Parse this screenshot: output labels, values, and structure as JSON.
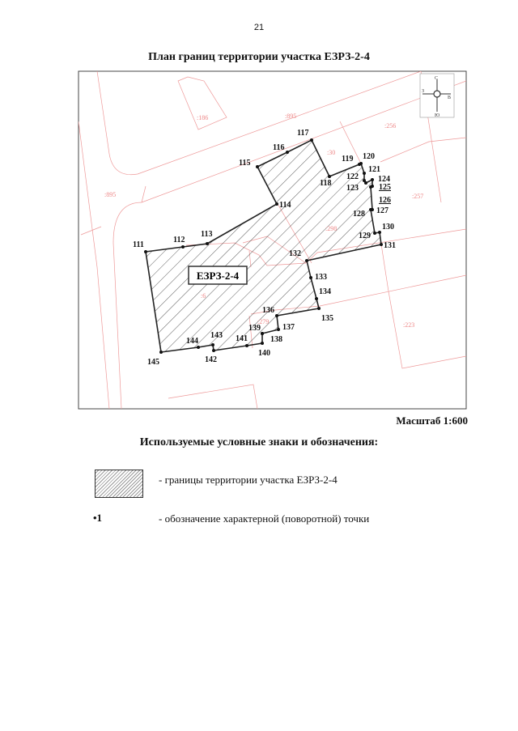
{
  "page_number": "21",
  "title": "План границ территории участка ЕЗРЗ-2-4",
  "map": {
    "zone_label": "ЕЗРЗ-2-4",
    "compass": {
      "north": "С",
      "west": "З",
      "east": "В",
      "south": "Ю"
    },
    "cadastral_labels": [
      ":186",
      ":895",
      ":895",
      ":256",
      ":257",
      ":298",
      ":6",
      ":279",
      ":223",
      ":30"
    ],
    "points": [
      "111",
      "112",
      "113",
      "114",
      "115",
      "116",
      "117",
      "118",
      "119",
      "120",
      "121",
      "122",
      "123",
      "124",
      "125",
      "126",
      "127",
      "128",
      "129",
      "130",
      "131",
      "132",
      "133",
      "134",
      "135",
      "136",
      "137",
      "138",
      "139",
      "140",
      "141",
      "142",
      "143",
      "144",
      "145"
    ],
    "boundary_color": "#222222",
    "cadastral_color": "#e88888"
  },
  "scale": "Масштаб 1:600",
  "legend": {
    "title": "Используемые условные знаки и обозначения:",
    "items": [
      {
        "symbol": "hatched-box",
        "text": "- границы территории участка ЕЗРЗ-2-4"
      },
      {
        "symbol": "•1",
        "text": "- обозначение характерной (поворотной) точки"
      }
    ]
  }
}
